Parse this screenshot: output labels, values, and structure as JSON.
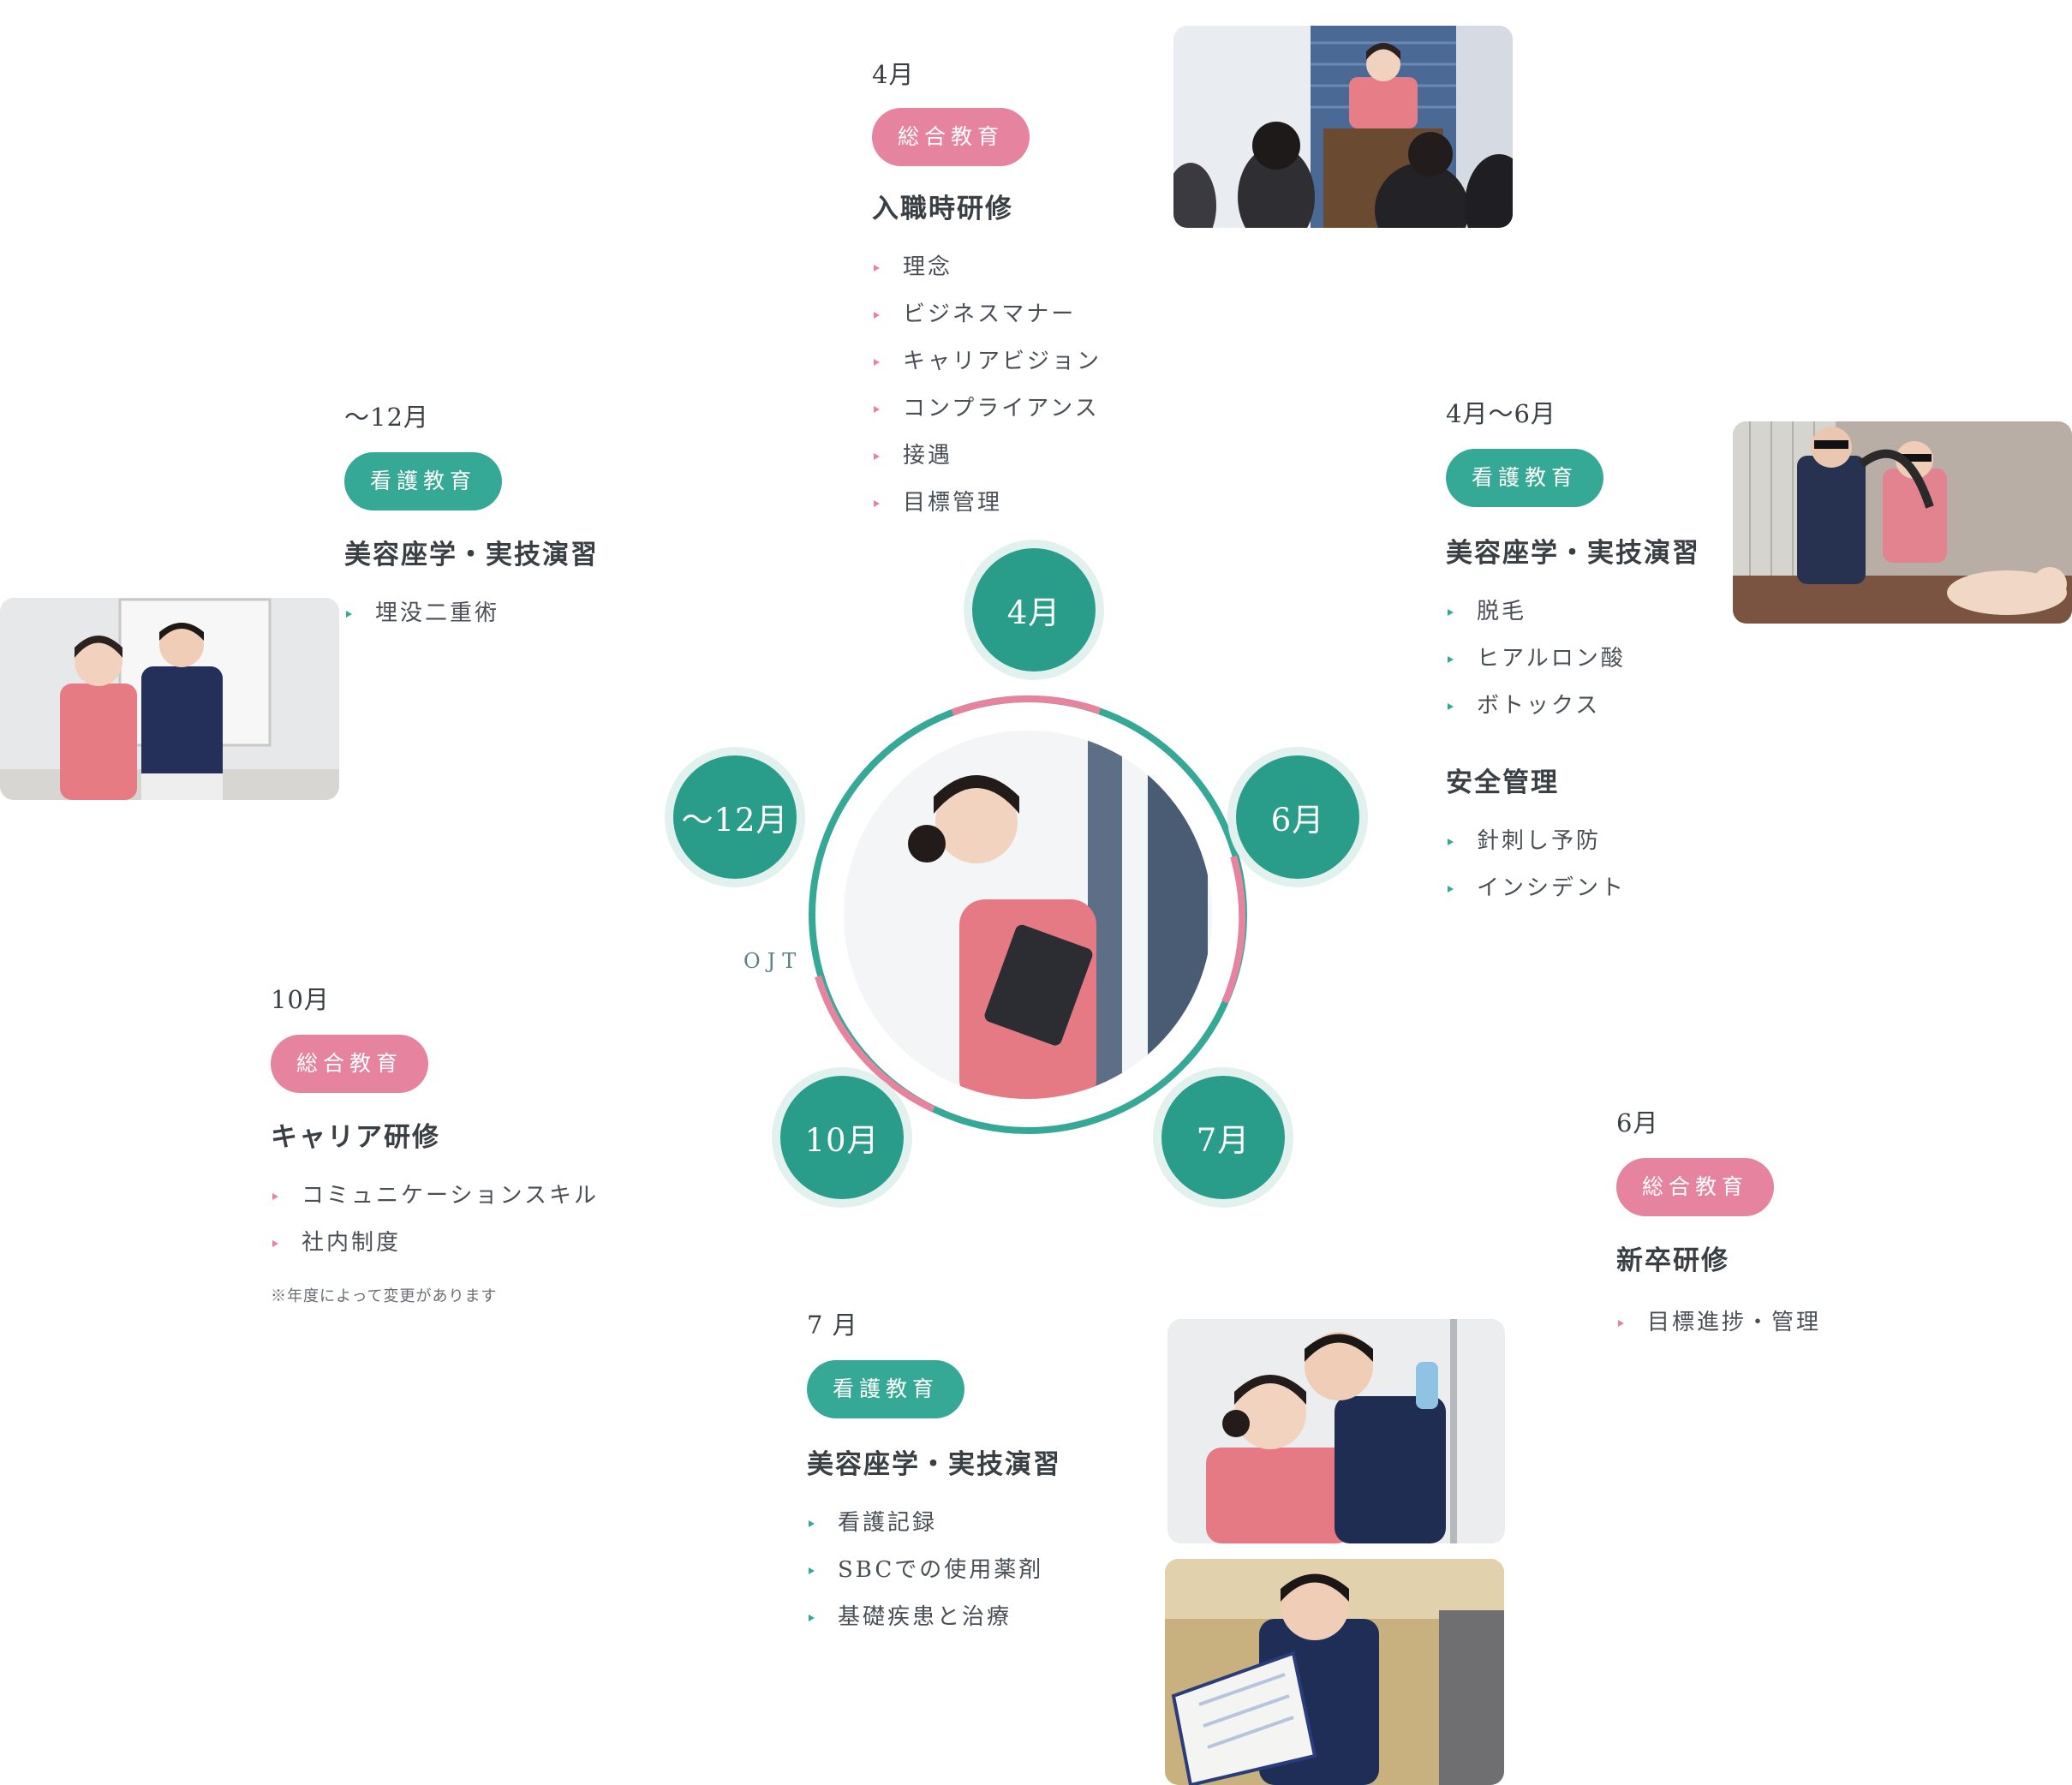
{
  "blocks": {
    "apr": {
      "month": "4月",
      "badge": "総合教育",
      "heading": "入職時研修",
      "items": [
        "理念",
        "ビジネスマナー",
        "キャリアビジョン",
        "コンプライアンス",
        "接遇",
        "目標管理"
      ]
    },
    "apr_jun": {
      "month": "4月〜6月",
      "badge": "看護教育",
      "heading": "美容座学・実技演習",
      "items": [
        "脱毛",
        "ヒアルロン酸",
        "ボトックス"
      ],
      "heading2": "安全管理",
      "items2": [
        "針刺し予防",
        "インシデント"
      ]
    },
    "jun": {
      "month": "6月",
      "badge": "総合教育",
      "heading": "新卒研修",
      "items": [
        "目標進捗・管理"
      ]
    },
    "jul": {
      "month": "7 月",
      "badge": "看護教育",
      "heading": "美容座学・実技演習",
      "items": [
        "看護記録",
        "SBCでの使用薬剤",
        "基礎疾患と治療"
      ]
    },
    "oct": {
      "month": "10月",
      "badge": "総合教育",
      "heading": "キャリア研修",
      "items": [
        "コミュニケーションスキル",
        "社内制度"
      ],
      "note": "※年度によって変更があります"
    },
    "dec": {
      "month": "〜12月",
      "badge": "看護教育",
      "heading": "美容座学・実技演習",
      "items": [
        "埋没二重術"
      ]
    }
  },
  "circle": {
    "nodes": {
      "apr": "4月",
      "jun": "6月",
      "jul": "7月",
      "oct": "10月",
      "dec": "〜12月"
    },
    "ojt": "OJT"
  },
  "colors": {
    "teal": "#2a9d8a",
    "pink": "#e6839f"
  }
}
